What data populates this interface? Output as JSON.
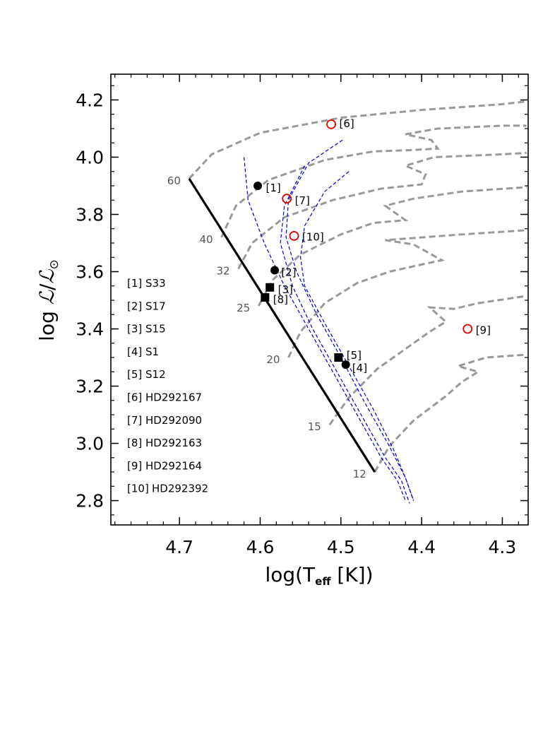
{
  "chart_data": {
    "type": "scatter",
    "title": "",
    "xlabel_main": "log(T",
    "xlabel_sub": "eff",
    "xlabel_tail": " [K])",
    "ylabel_prefix": "log ",
    "ylabel_l1": "ℒ",
    "ylabel_sep": "/",
    "ylabel_l2": "ℒ",
    "ylabel_sun": "⊙",
    "xlim": [
      4.785,
      4.268
    ],
    "ylim": [
      2.715,
      4.29
    ],
    "x_ticks": [
      "4.7",
      "4.6",
      "4.5",
      "4.4",
      "4.3"
    ],
    "x_tick_values": [
      4.7,
      4.6,
      4.5,
      4.4,
      4.3
    ],
    "y_ticks": [
      "2.8",
      "3.0",
      "3.2",
      "3.4",
      "3.6",
      "3.8",
      "4.0",
      "4.2"
    ],
    "y_tick_values": [
      2.8,
      3.0,
      3.2,
      3.4,
      3.6,
      3.8,
      4.0,
      4.2
    ],
    "x_minor_step": 0.02,
    "y_minor_step": 0.05,
    "colors": {
      "zams": "#000000",
      "tracks": "#999999",
      "isochrones": "#0000cc",
      "filled": "#000000",
      "open": "#dd0000",
      "mass_labels": "#555555"
    },
    "zams": [
      [
        4.688,
        3.925
      ],
      [
        4.458,
        2.9
      ]
    ],
    "mass_labels": [
      {
        "text": "60",
        "x": 4.688,
        "y": 3.925
      },
      {
        "text": "40",
        "x": 4.648,
        "y": 3.72
      },
      {
        "text": "32",
        "x": 4.627,
        "y": 3.61
      },
      {
        "text": "25",
        "x": 4.602,
        "y": 3.48
      },
      {
        "text": "20",
        "x": 4.565,
        "y": 3.3
      },
      {
        "text": "15",
        "x": 4.514,
        "y": 3.065
      },
      {
        "text": "12",
        "x": 4.458,
        "y": 2.9
      }
    ],
    "tracks": [
      [
        [
          4.688,
          3.925
        ],
        [
          4.66,
          4.01
        ],
        [
          4.6,
          4.085
        ],
        [
          4.5,
          4.138
        ],
        [
          4.4,
          4.165
        ],
        [
          4.3,
          4.185
        ],
        [
          4.27,
          4.195
        ]
      ],
      [
        [
          4.648,
          3.72
        ],
        [
          4.63,
          3.83
        ],
        [
          4.59,
          3.92
        ],
        [
          4.52,
          3.99
        ],
        [
          4.46,
          4.02
        ],
        [
          4.41,
          4.025
        ],
        [
          4.38,
          4.03
        ],
        [
          4.388,
          4.06
        ],
        [
          4.42,
          4.08
        ],
        [
          4.38,
          4.1
        ],
        [
          4.3,
          4.11
        ],
        [
          4.27,
          4.11
        ]
      ],
      [
        [
          4.627,
          3.61
        ],
        [
          4.61,
          3.7
        ],
        [
          4.57,
          3.79
        ],
        [
          4.51,
          3.85
        ],
        [
          4.45,
          3.89
        ],
        [
          4.4,
          3.905
        ],
        [
          4.395,
          3.94
        ],
        [
          4.42,
          3.97
        ],
        [
          4.385,
          4.0
        ],
        [
          4.3,
          4.01
        ],
        [
          4.27,
          4.015
        ]
      ],
      [
        [
          4.602,
          3.48
        ],
        [
          4.585,
          3.57
        ],
        [
          4.55,
          3.66
        ],
        [
          4.5,
          3.73
        ],
        [
          4.46,
          3.77
        ],
        [
          4.42,
          3.78
        ],
        [
          4.445,
          3.83
        ],
        [
          4.41,
          3.855
        ],
        [
          4.35,
          3.88
        ],
        [
          4.27,
          3.895
        ]
      ],
      [
        [
          4.565,
          3.3
        ],
        [
          4.55,
          3.39
        ],
        [
          4.52,
          3.49
        ],
        [
          4.48,
          3.56
        ],
        [
          4.44,
          3.6
        ],
        [
          4.4,
          3.625
        ],
        [
          4.375,
          3.64
        ],
        [
          4.41,
          3.695
        ],
        [
          4.445,
          3.71
        ],
        [
          4.35,
          3.73
        ],
        [
          4.27,
          3.745
        ]
      ],
      [
        [
          4.514,
          3.065
        ],
        [
          4.49,
          3.16
        ],
        [
          4.455,
          3.26
        ],
        [
          4.415,
          3.34
        ],
        [
          4.39,
          3.39
        ],
        [
          4.37,
          3.425
        ],
        [
          4.39,
          3.475
        ],
        [
          4.36,
          3.47
        ],
        [
          4.33,
          3.49
        ],
        [
          4.27,
          3.515
        ]
      ],
      [
        [
          4.458,
          2.9
        ],
        [
          4.44,
          2.99
        ],
        [
          4.41,
          3.08
        ],
        [
          4.37,
          3.165
        ],
        [
          4.35,
          3.215
        ],
        [
          4.33,
          3.25
        ],
        [
          4.355,
          3.27
        ],
        [
          4.32,
          3.3
        ],
        [
          4.27,
          3.31
        ]
      ]
    ],
    "isochrones": [
      [
        [
          4.62,
          4.0
        ],
        [
          4.615,
          3.85
        ],
        [
          4.595,
          3.7
        ],
        [
          4.57,
          3.55
        ],
        [
          4.54,
          3.4
        ],
        [
          4.51,
          3.25
        ],
        [
          4.48,
          3.1
        ],
        [
          4.45,
          2.95
        ],
        [
          4.43,
          2.87
        ],
        [
          4.42,
          2.8
        ]
      ],
      [
        [
          4.545,
          3.97
        ],
        [
          4.57,
          3.83
        ],
        [
          4.575,
          3.7
        ],
        [
          4.56,
          3.55
        ],
        [
          4.535,
          3.4
        ],
        [
          4.505,
          3.25
        ],
        [
          4.475,
          3.1
        ],
        [
          4.445,
          2.95
        ],
        [
          4.425,
          2.87
        ],
        [
          4.415,
          2.79
        ]
      ],
      [
        [
          4.498,
          4.06
        ],
        [
          4.54,
          3.98
        ],
        [
          4.565,
          3.85
        ],
        [
          4.568,
          3.72
        ],
        [
          4.555,
          3.6
        ],
        [
          4.53,
          3.45
        ],
        [
          4.5,
          3.3
        ],
        [
          4.47,
          3.14
        ],
        [
          4.44,
          2.99
        ],
        [
          4.42,
          2.88
        ],
        [
          4.41,
          2.8
        ]
      ],
      [
        [
          4.49,
          3.95
        ],
        [
          4.52,
          3.88
        ],
        [
          4.545,
          3.76
        ],
        [
          4.55,
          3.65
        ],
        [
          4.545,
          3.55
        ],
        [
          4.52,
          3.42
        ],
        [
          4.49,
          3.27
        ],
        [
          4.46,
          3.12
        ],
        [
          4.435,
          2.98
        ],
        [
          4.42,
          2.88
        ],
        [
          4.41,
          2.8
        ]
      ]
    ],
    "stars": [
      {
        "id": "[1]",
        "name": "S33",
        "x": 4.603,
        "y": 3.9,
        "marker": "filled-circle",
        "lx": 4.593,
        "ly": 3.895
      },
      {
        "id": "[2]",
        "name": "S17",
        "x": 4.582,
        "y": 3.605,
        "marker": "filled-circle",
        "lx": 4.574,
        "ly": 3.6
      },
      {
        "id": "[3]",
        "name": "S15",
        "x": 4.588,
        "y": 3.545,
        "marker": "filled-square",
        "lx": 4.578,
        "ly": 3.54
      },
      {
        "id": "[4]",
        "name": "S1",
        "x": 4.494,
        "y": 3.275,
        "marker": "filled-circle",
        "lx": 4.486,
        "ly": 3.265
      },
      {
        "id": "[5]",
        "name": "S12",
        "x": 4.503,
        "y": 3.3,
        "marker": "filled-square",
        "lx": 4.493,
        "ly": 3.31
      },
      {
        "id": "[6]",
        "name": "HD292167",
        "x": 4.512,
        "y": 4.115,
        "marker": "open-circle",
        "lx": 4.502,
        "ly": 4.12
      },
      {
        "id": "[7]",
        "name": "HD292090",
        "x": 4.567,
        "y": 3.855,
        "marker": "open-circle",
        "lx": 4.557,
        "ly": 3.85
      },
      {
        "id": "[8]",
        "name": "HD292163",
        "x": 4.594,
        "y": 3.51,
        "marker": "filled-square",
        "lx": 4.584,
        "ly": 3.505
      },
      {
        "id": "[9]",
        "name": "HD292164",
        "x": 4.343,
        "y": 3.4,
        "marker": "open-circle",
        "lx": 4.333,
        "ly": 3.398
      },
      {
        "id": "[10]",
        "name": "HD292392",
        "x": 4.558,
        "y": 3.725,
        "marker": "open-circle",
        "lx": 4.548,
        "ly": 3.723
      }
    ]
  }
}
